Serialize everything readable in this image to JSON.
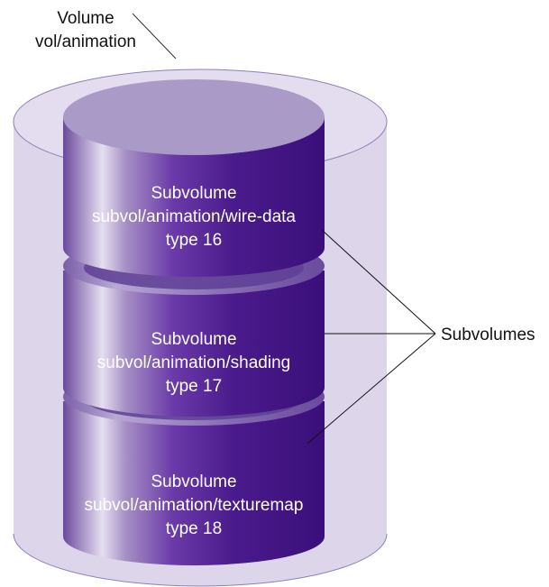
{
  "volume": {
    "line1": "Volume",
    "line2": "vol/animation"
  },
  "subvolumes": [
    {
      "line1": "Subvolume",
      "line2": "subvol/animation/wire-data",
      "line3": "type 16"
    },
    {
      "line1": "Subvolume",
      "line2": "subvol/animation/shading",
      "line3": "type 17"
    },
    {
      "line1": "Subvolume",
      "line2": "subvol/animation/texturemap",
      "line3": "type 18"
    }
  ],
  "callout": {
    "label": "Subvolumes"
  },
  "colors": {
    "outer_cylinder": "#ddd6ea",
    "outer_cylinder_edge": "#8f7fb6",
    "subvolume_dark": "#3a0f7a",
    "subvolume_mid": "#6a4a9c",
    "subvolume_light": "#e6def0",
    "subvolume_top": "#a99ac8"
  }
}
